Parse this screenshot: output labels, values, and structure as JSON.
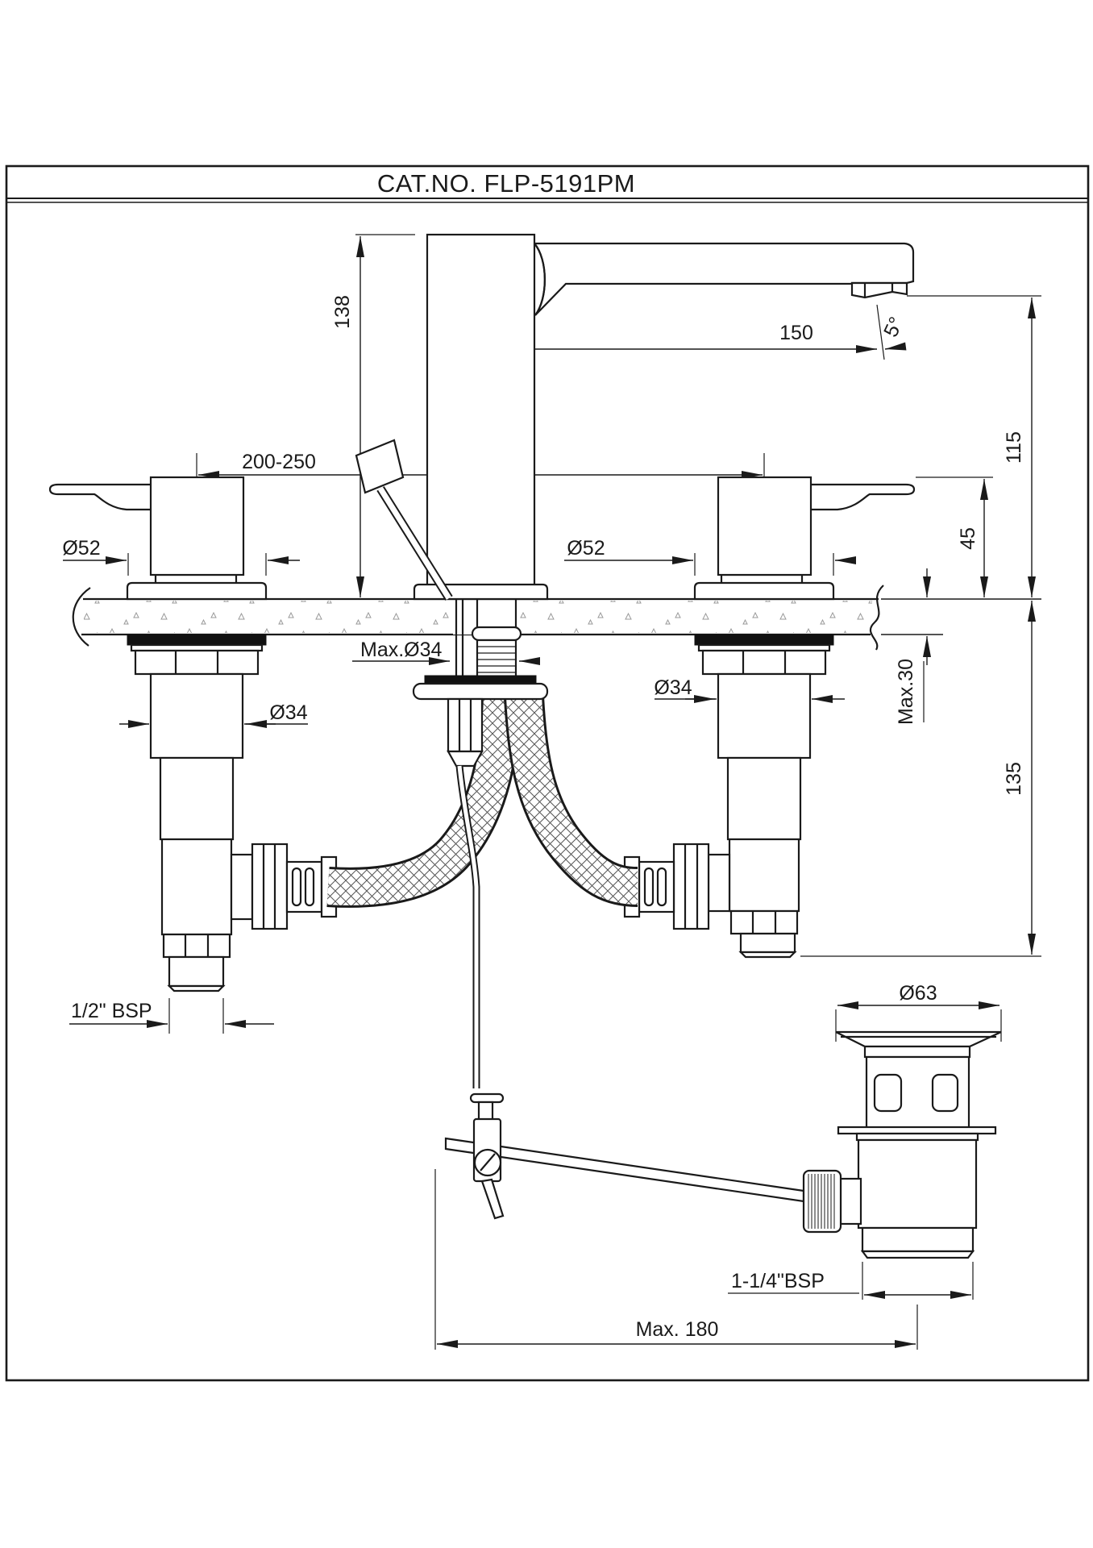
{
  "drawing": {
    "title": "CAT.NO. FLP-5191PM",
    "dim_spout_height": "138",
    "dim_spout_reach": "150",
    "dim_spout_angle": "5°",
    "dim_height_to_spout": "115",
    "dim_handle_height": "45",
    "dim_handle_centers": "200-250",
    "dim_handle_dia_left": "Ø52",
    "dim_handle_dia_right": "Ø52",
    "dim_center_hole": "Max.Ø34",
    "dim_shank_dia_left": "Ø34",
    "dim_shank_dia_right": "Ø34",
    "dim_deck_thickness": "Max.30",
    "dim_shank_length": "135",
    "dim_inlet_thread": "1/2\" BSP",
    "dim_waste_flange_dia": "Ø63",
    "dim_waste_thread": "1-1/4\"BSP",
    "dim_rod_reach": "Max. 180",
    "colors": {
      "line": "#1a1a1a",
      "background": "#ffffff"
    }
  }
}
